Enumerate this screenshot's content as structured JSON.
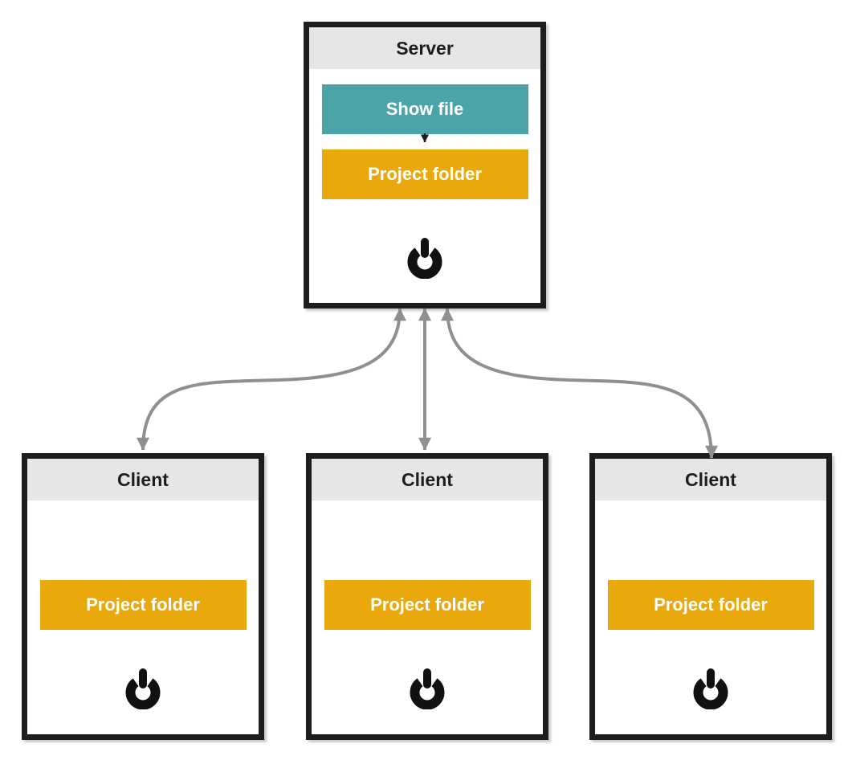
{
  "colors": {
    "accent_teal": "#4ba4a9",
    "accent_orange": "#e9a80c",
    "header_gray": "#e6e6e6",
    "border_black": "#1d1d1d",
    "arrow_gray": "#8f8f8f",
    "button_text": "#ffffff"
  },
  "server": {
    "title": "Server",
    "show_file_button": "Show file",
    "project_folder_button": "Project folder",
    "power_icon": "power-icon"
  },
  "clients": [
    {
      "title": "Client",
      "project_folder_button": "Project folder",
      "power_icon": "power-icon"
    },
    {
      "title": "Client",
      "project_folder_button": "Project folder",
      "power_icon": "power-icon"
    },
    {
      "title": "Client",
      "project_folder_button": "Project folder",
      "power_icon": "power-icon"
    }
  ],
  "connections": [
    {
      "from": "server",
      "to": "client-1",
      "style": "bidirectional-curved-arrow"
    },
    {
      "from": "server",
      "to": "client-2",
      "style": "bidirectional-straight-arrow"
    },
    {
      "from": "server",
      "to": "client-3",
      "style": "bidirectional-curved-arrow"
    },
    {
      "from": "show-file-button",
      "to": "server-project-folder-button",
      "style": "small-down-arrow"
    }
  ]
}
